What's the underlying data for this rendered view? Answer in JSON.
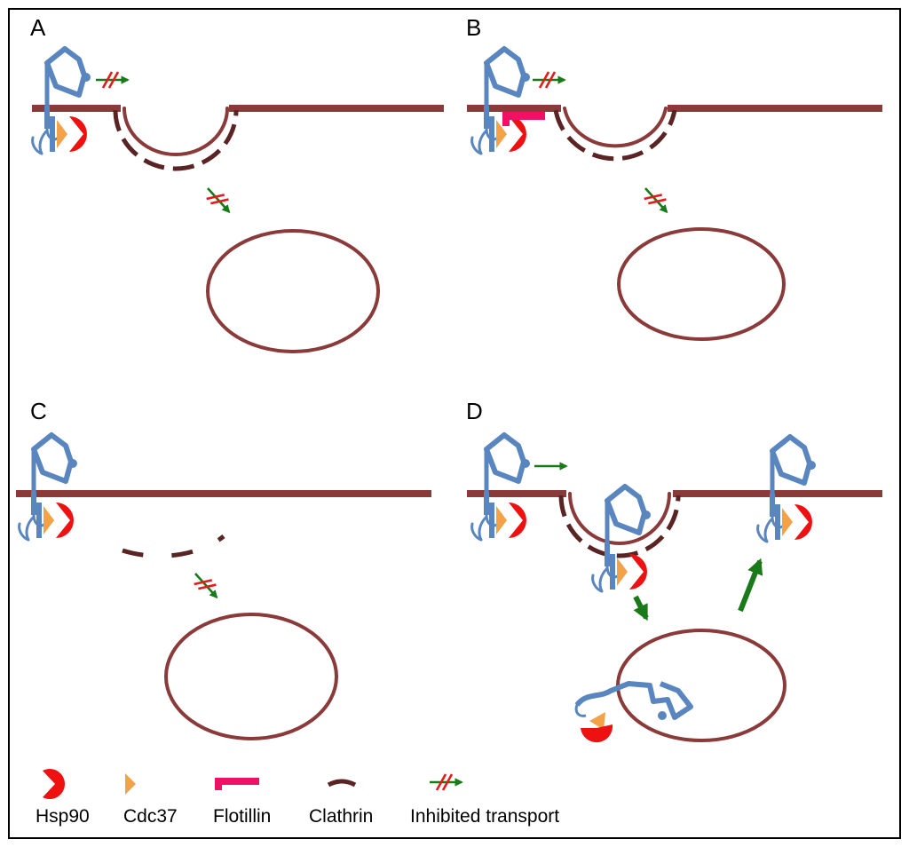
{
  "panels": [
    {
      "letter": "A"
    },
    {
      "letter": "B"
    },
    {
      "letter": "C"
    },
    {
      "letter": "D"
    }
  ],
  "legend": {
    "hsp90": "Hsp90",
    "cdc37": "Cdc37",
    "flotillin": "Flotillin",
    "clathrin": "Clathrin",
    "inhibited": "Inhibited transport"
  },
  "colors": {
    "membrane": "#8b3a3a",
    "clathrin": "#5a2424",
    "receptor": "#5a86c0",
    "hsp90": "#ee1111",
    "cdc37": "#f4a24a",
    "flotillin": "#ee1166",
    "arrow_green": "#1a7a1a",
    "inhibit_red": "#e21b1b"
  }
}
